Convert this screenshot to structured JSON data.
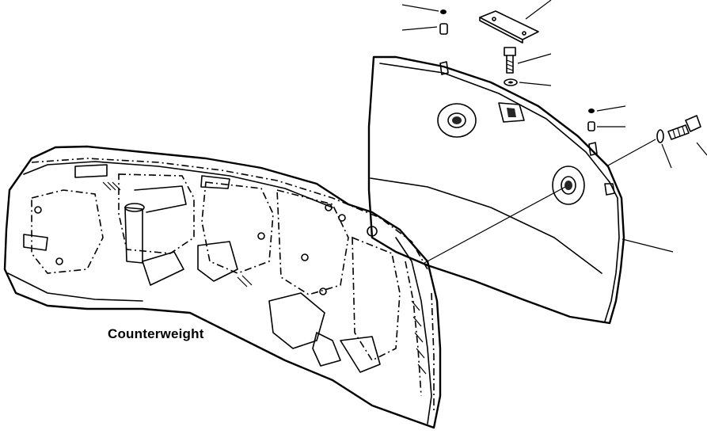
{
  "labels": {
    "counterweight": "Counterweight"
  },
  "parts": [
    {
      "name": "counterweight",
      "icon": "counterweight-body-icon"
    },
    {
      "name": "cover-panel",
      "icon": "cover-panel-icon"
    },
    {
      "name": "plate",
      "icon": "plate-icon"
    },
    {
      "name": "bolt",
      "icon": "bolt-icon"
    },
    {
      "name": "washer",
      "icon": "washer-icon"
    },
    {
      "name": "nut",
      "icon": "nut-icon"
    },
    {
      "name": "spacer",
      "icon": "spacer-icon"
    }
  ]
}
